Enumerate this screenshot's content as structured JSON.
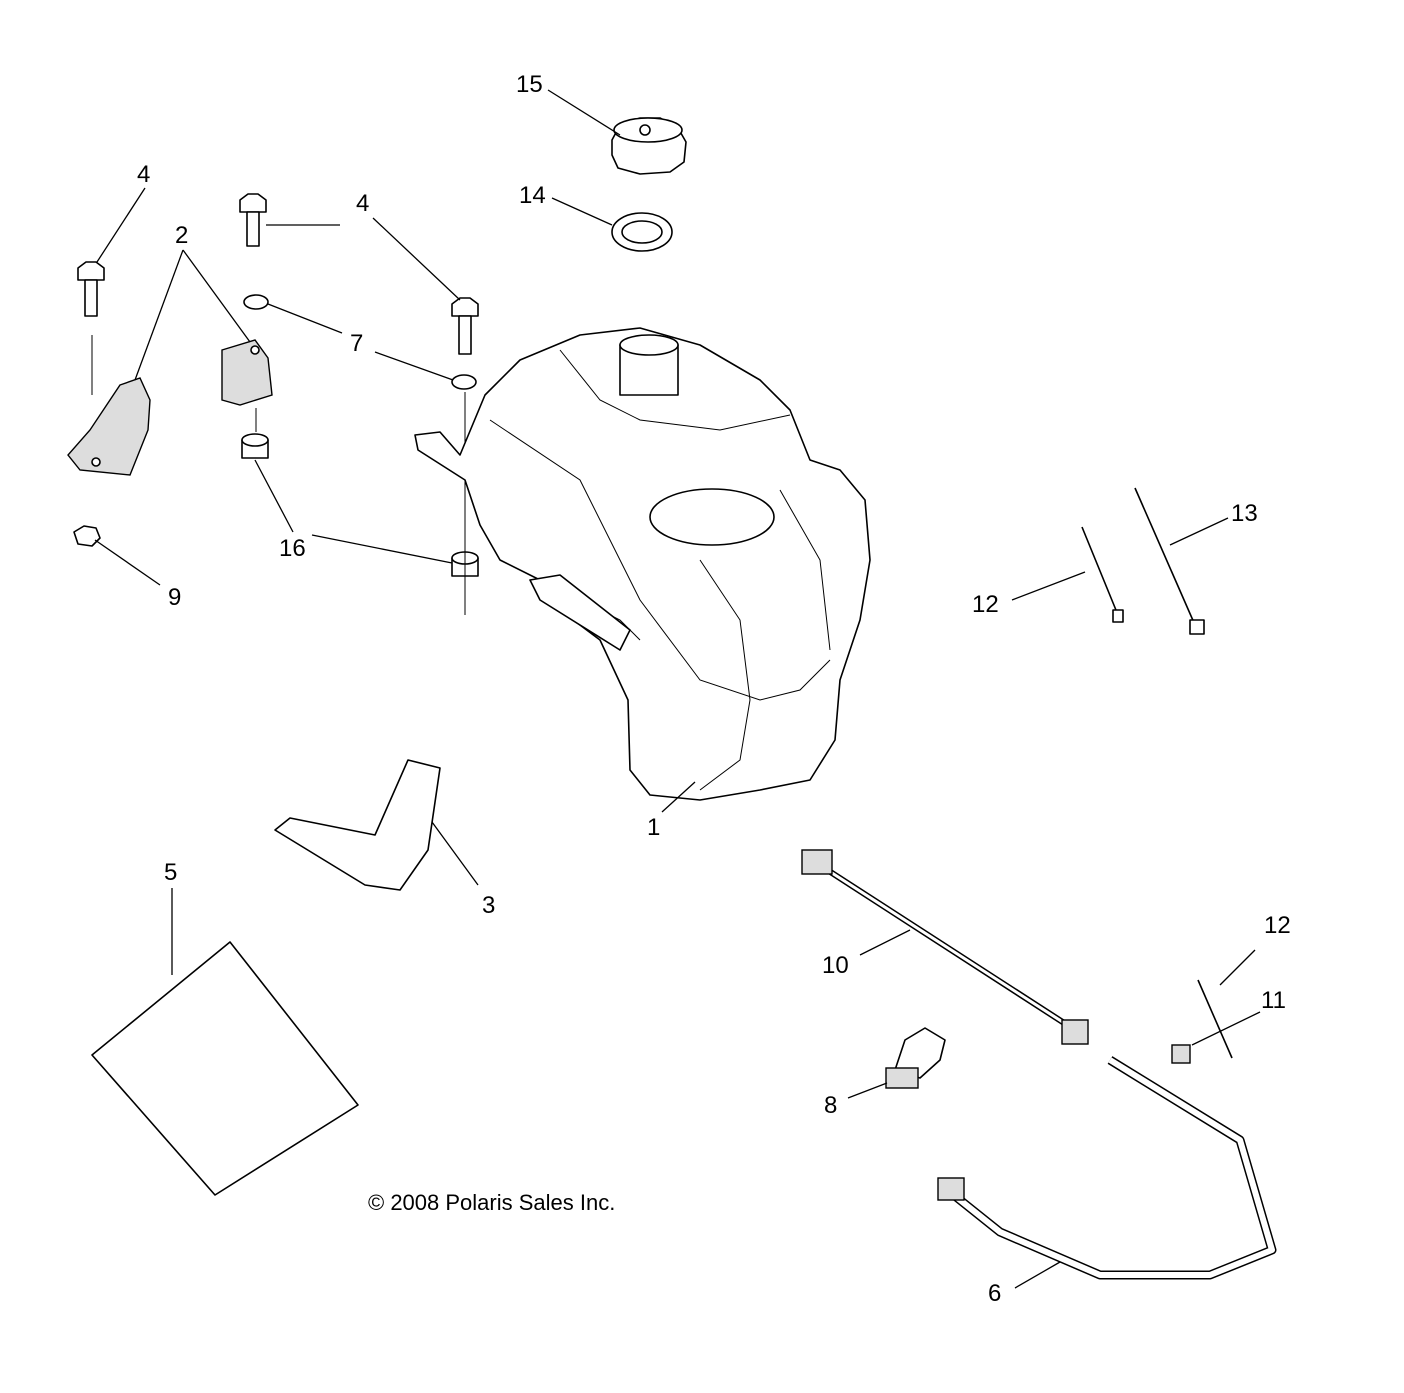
{
  "copyright": "© 2008 Polaris Sales Inc.",
  "callouts": {
    "c1": "1",
    "c2": "2",
    "c3": "3",
    "c4a": "4",
    "c4b": "4",
    "c5": "5",
    "c6": "6",
    "c7": "7",
    "c8": "8",
    "c9": "9",
    "c10": "10",
    "c11": "11",
    "c12a": "12",
    "c12b": "12",
    "c13": "13",
    "c14": "14",
    "c15": "15",
    "c16": "16"
  }
}
